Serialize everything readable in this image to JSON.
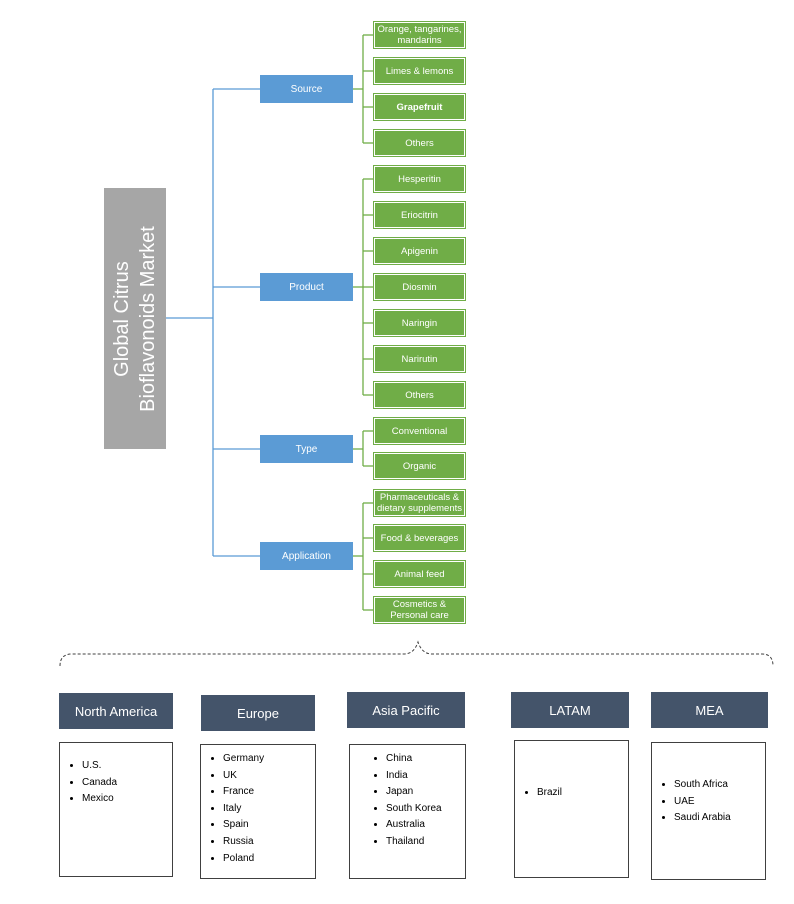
{
  "root": {
    "line1": "Global Citrus",
    "line2": "Bioflavonoids Market"
  },
  "categories": [
    {
      "label": "Source",
      "items": [
        "Orange, tangarines, mandarins",
        "Limes & lemons",
        "Grapefruit",
        "Others"
      ]
    },
    {
      "label": "Product",
      "items": [
        "Hesperitin",
        "Eriocitrin",
        "Apigenin",
        "Diosmin",
        "Naringin",
        "Narirutin",
        "Others"
      ]
    },
    {
      "label": "Type",
      "items": [
        "Conventional",
        "Organic"
      ]
    },
    {
      "label": "Application",
      "items": [
        "Pharmaceuticals & dietary supplements",
        "Food & beverages",
        "Animal feed",
        "Cosmetics & Personal care"
      ]
    }
  ],
  "regions": [
    {
      "name": "North America",
      "countries": [
        "U.S.",
        "Canada",
        "Mexico"
      ]
    },
    {
      "name": "Europe",
      "countries": [
        "Germany",
        "UK",
        "France",
        "Italy",
        "Spain",
        "Russia",
        "Poland"
      ]
    },
    {
      "name": "Asia Pacific",
      "countries": [
        "China",
        "India",
        "Japan",
        "South Korea",
        "Australia",
        "Thailand"
      ]
    },
    {
      "name": "LATAM",
      "countries": [
        "Brazil"
      ]
    },
    {
      "name": "MEA",
      "countries": [
        "South Africa",
        "UAE",
        "Saudi Arabia"
      ]
    }
  ],
  "colors": {
    "root": "#a6a6a6",
    "category": "#5b9bd5",
    "leaf": "#70ad47",
    "region_header": "#44546a",
    "connector_blue": "#5b9bd5",
    "connector_green": "#70ad47"
  }
}
